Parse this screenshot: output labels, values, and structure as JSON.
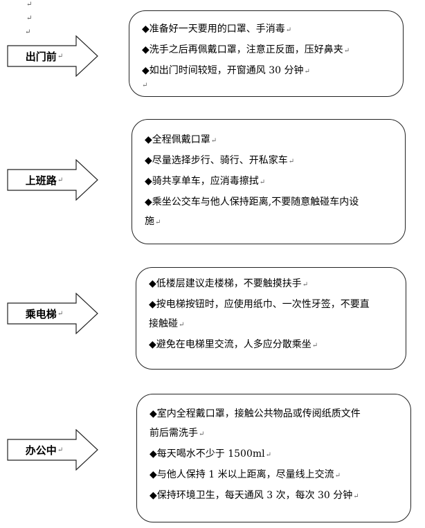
{
  "top_marks": [
    "↵",
    "↵",
    "↵"
  ],
  "paragraph_mark": "↵",
  "sections": [
    {
      "label": "出门前",
      "items": [
        "◆准备好一天要用的口罩、手消毒",
        "◆洗手之后再佩戴口罩，注意正反面，压好鼻夹",
        "◆如出门时间较短，开窗通风 30 分钟"
      ]
    },
    {
      "label": "上班路",
      "items": [
        "◆全程佩戴口罩",
        "◆尽量选择步行、骑行、开私家车",
        "◆骑共享单车，应消毒擦拭",
        "◆乘坐公交车与他人保持距离,不要随意触碰车内设",
        "施"
      ]
    },
    {
      "label": "乘电梯",
      "items": [
        "◆低楼层建议走楼梯，不要触摸扶手",
        "◆按电梯按钮时，应使用纸巾、一次性牙签，不要直",
        "接触碰",
        "◆避免在电梯里交流，人多应分散乘坐"
      ]
    },
    {
      "label": "办公中",
      "items": [
        "◆室内全程戴口罩，接触公共物品或传阅纸质文件",
        "前后需洗手",
        "◆每天喝水不少于 1500ml",
        "◆与他人保持 1 米以上距离，尽量线上交流",
        "◆保持环境卫生，每天通风 3 次，每次 30 分钟"
      ]
    }
  ]
}
